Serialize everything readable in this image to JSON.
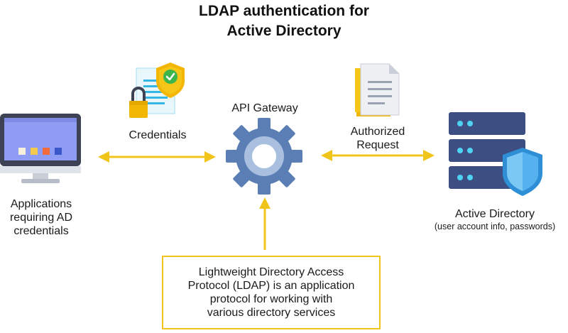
{
  "title": {
    "line1": "LDAP authentication for",
    "line2": "Active Directory"
  },
  "nodes": {
    "applications": {
      "line1": "Applications",
      "line2": "requiring AD",
      "line3": "credentials",
      "icon": "desktop-monitor-icon"
    },
    "gateway": {
      "label": "API Gateway",
      "icon": "gear-icon"
    },
    "directory": {
      "label": "Active Directory",
      "sublabel": "(user account info, passwords)",
      "icon": "server-shield-icon"
    }
  },
  "edges": {
    "credentials": {
      "label": "Credentials",
      "icon": "secure-document-icon"
    },
    "authorized": {
      "line1": "Authorized",
      "line2": "Request",
      "icon": "documents-icon"
    }
  },
  "info": {
    "line1": "Lightweight Directory Access",
    "line2": "Protocol (LDAP) is an application",
    "line3": "protocol for working with",
    "line4": "various directory services"
  },
  "colors": {
    "arrow": "#f0c419",
    "gear": "#5b7fb4",
    "server": "#3d4f82",
    "shield": "#2e8fd6",
    "monitor_screen": "#8f9cf3",
    "check": "#3cb54a"
  }
}
